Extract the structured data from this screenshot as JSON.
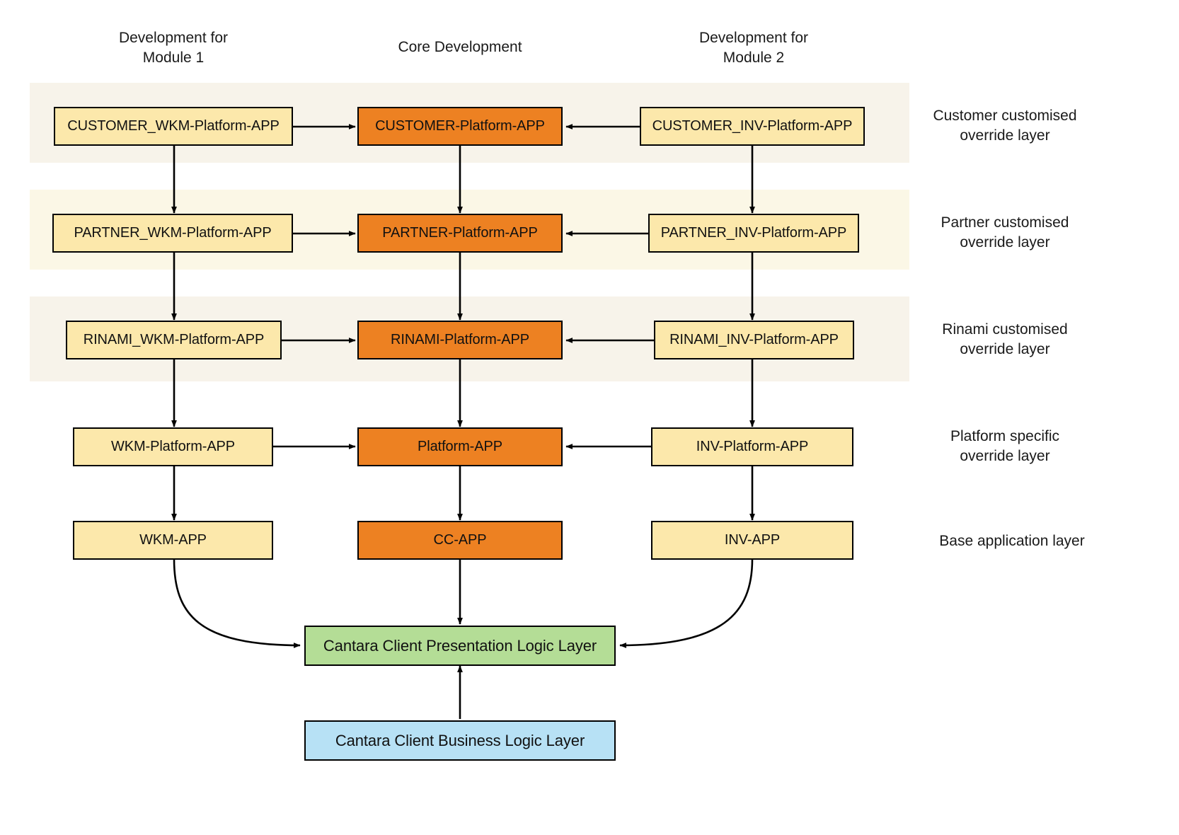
{
  "columns": [
    {
      "id": "module1",
      "label": "Development for\nModule 1"
    },
    {
      "id": "core",
      "label": "Core Development"
    },
    {
      "id": "module2",
      "label": "Development for\nModule 2"
    }
  ],
  "layers": [
    {
      "id": "customer",
      "label": "Customer customised\noverride layer",
      "banded": true,
      "band_color": "#f7f3ea"
    },
    {
      "id": "partner",
      "label": "Partner customised\noverride layer",
      "banded": true,
      "band_color": "#fbf7e6"
    },
    {
      "id": "rinami",
      "label": "Rinami customised\noverride layer",
      "banded": true,
      "band_color": "#f7f3ea"
    },
    {
      "id": "platform",
      "label": "Platform specific\noverride layer",
      "banded": false,
      "band_color": "#ffffff"
    },
    {
      "id": "base",
      "label": "Base application layer",
      "banded": false,
      "band_color": "#ffffff"
    }
  ],
  "nodes": {
    "customer_left": "CUSTOMER_WKM-Platform-APP",
    "customer_center": "CUSTOMER-Platform-APP",
    "customer_right": "CUSTOMER_INV-Platform-APP",
    "partner_left": "PARTNER_WKM-Platform-APP",
    "partner_center": "PARTNER-Platform-APP",
    "partner_right": "PARTNER_INV-Platform-APP",
    "rinami_left": "RINAMI_WKM-Platform-APP",
    "rinami_center": "RINAMI-Platform-APP",
    "rinami_right": "RINAMI_INV-Platform-APP",
    "platform_left": "WKM-Platform-APP",
    "platform_center": "Platform-APP",
    "platform_right": "INV-Platform-APP",
    "base_left": "WKM-APP",
    "base_center": "CC-APP",
    "base_right": "INV-APP",
    "presentation": "Cantara Client Presentation Logic Layer",
    "business": "Cantara Client Business Logic Layer"
  },
  "colors": {
    "pale_fill": "#fce8ab",
    "accent_fill": "#ed8122",
    "green_fill": "#b4dd96",
    "blue_fill": "#b7e1f5",
    "border": "#000000",
    "band_a": "#f7f3ea",
    "band_b": "#fbf7e6",
    "edge": "#000000"
  }
}
